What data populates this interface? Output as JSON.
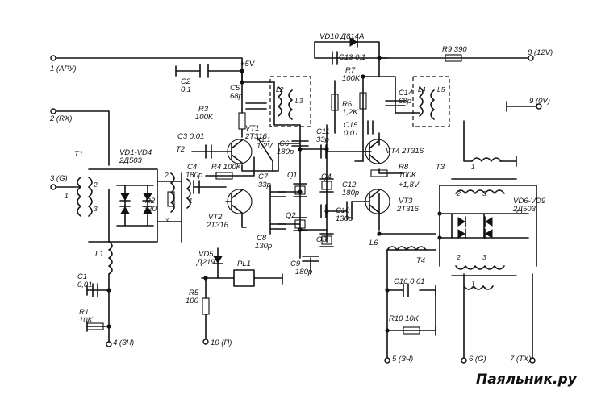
{
  "terminals": {
    "t1": "1 (АРУ)",
    "t2": "2 (RX)",
    "t3": "3 (G)",
    "t4": "4 (ЗЧ)",
    "t5": "5 (ЗЧ)",
    "t6": "6 (G)",
    "t7": "7 (TX)",
    "t8": "8 (12V)",
    "t9": "9 (0V)",
    "t10": "10 (П)"
  },
  "supply": {
    "plus5": "+5V",
    "v12": "1,2V",
    "v18": "+1,8V"
  },
  "components": {
    "C1": "C1",
    "C1v": "0,01",
    "C2": "C2",
    "C2v": "0.1",
    "C3": "C3 0,01",
    "C4": "C4",
    "C4v": "180p",
    "C5": "C5",
    "C5v": "68p",
    "C6": "C6",
    "C6v": "180p",
    "C7": "C7",
    "C7v": "33p",
    "C8": "C8",
    "C8v": "130p",
    "C9": "C9",
    "C9v": "180p",
    "C10": "C10",
    "C10v": "130p",
    "C11": "C11",
    "C11v": "33p",
    "C12": "C12",
    "C12v": "180p",
    "C13": "C13 0,1",
    "C14": "C14",
    "C14v": "68p",
    "C15": "C15",
    "C15v": "0,01",
    "C16": "C16 0,01",
    "R1": "R1",
    "R1v": "10K",
    "R2": "R2",
    "R2v": "120",
    "R3": "R3",
    "R3v": "100K",
    "R4": "R4 100K",
    "R5": "R5",
    "R5v": "100",
    "R6": "R6",
    "R6v": "1,2K",
    "R7": "R7",
    "R7v": "100K",
    "R8": "R8",
    "R8v": "100K",
    "R9": "R9 390",
    "R10": "R10 10K",
    "VT1": "VT1",
    "VT1t": "2T316",
    "VT2": "VT2",
    "VT2t": "2T316",
    "VT3": "VT3",
    "VT3t": "2T316",
    "VT4": "VT4 2T316",
    "VD14": "VD1-VD4",
    "VD14t": "2Д503",
    "VD5": "VD5",
    "VD5t": "Д219",
    "VD69": "VD6-VD9",
    "VD69t": "2Д503",
    "VD10": "VD10 Д814А",
    "T1": "T1",
    "T2": "T2",
    "T3": "T3",
    "T4": "T4",
    "L1": "L1",
    "L2": "L2",
    "L3": "L3",
    "L4": "L4",
    "L5": "L5",
    "L6": "L6",
    "K11": "K1.1",
    "PL1": "PL1",
    "Q1": "Q1",
    "Q2": "Q2",
    "Q3": "Q3",
    "Q4": "Q4"
  },
  "winding_numbers": {
    "w1": "1",
    "w2": "2",
    "w3": "3"
  },
  "watermark": "Паяльник.ру"
}
